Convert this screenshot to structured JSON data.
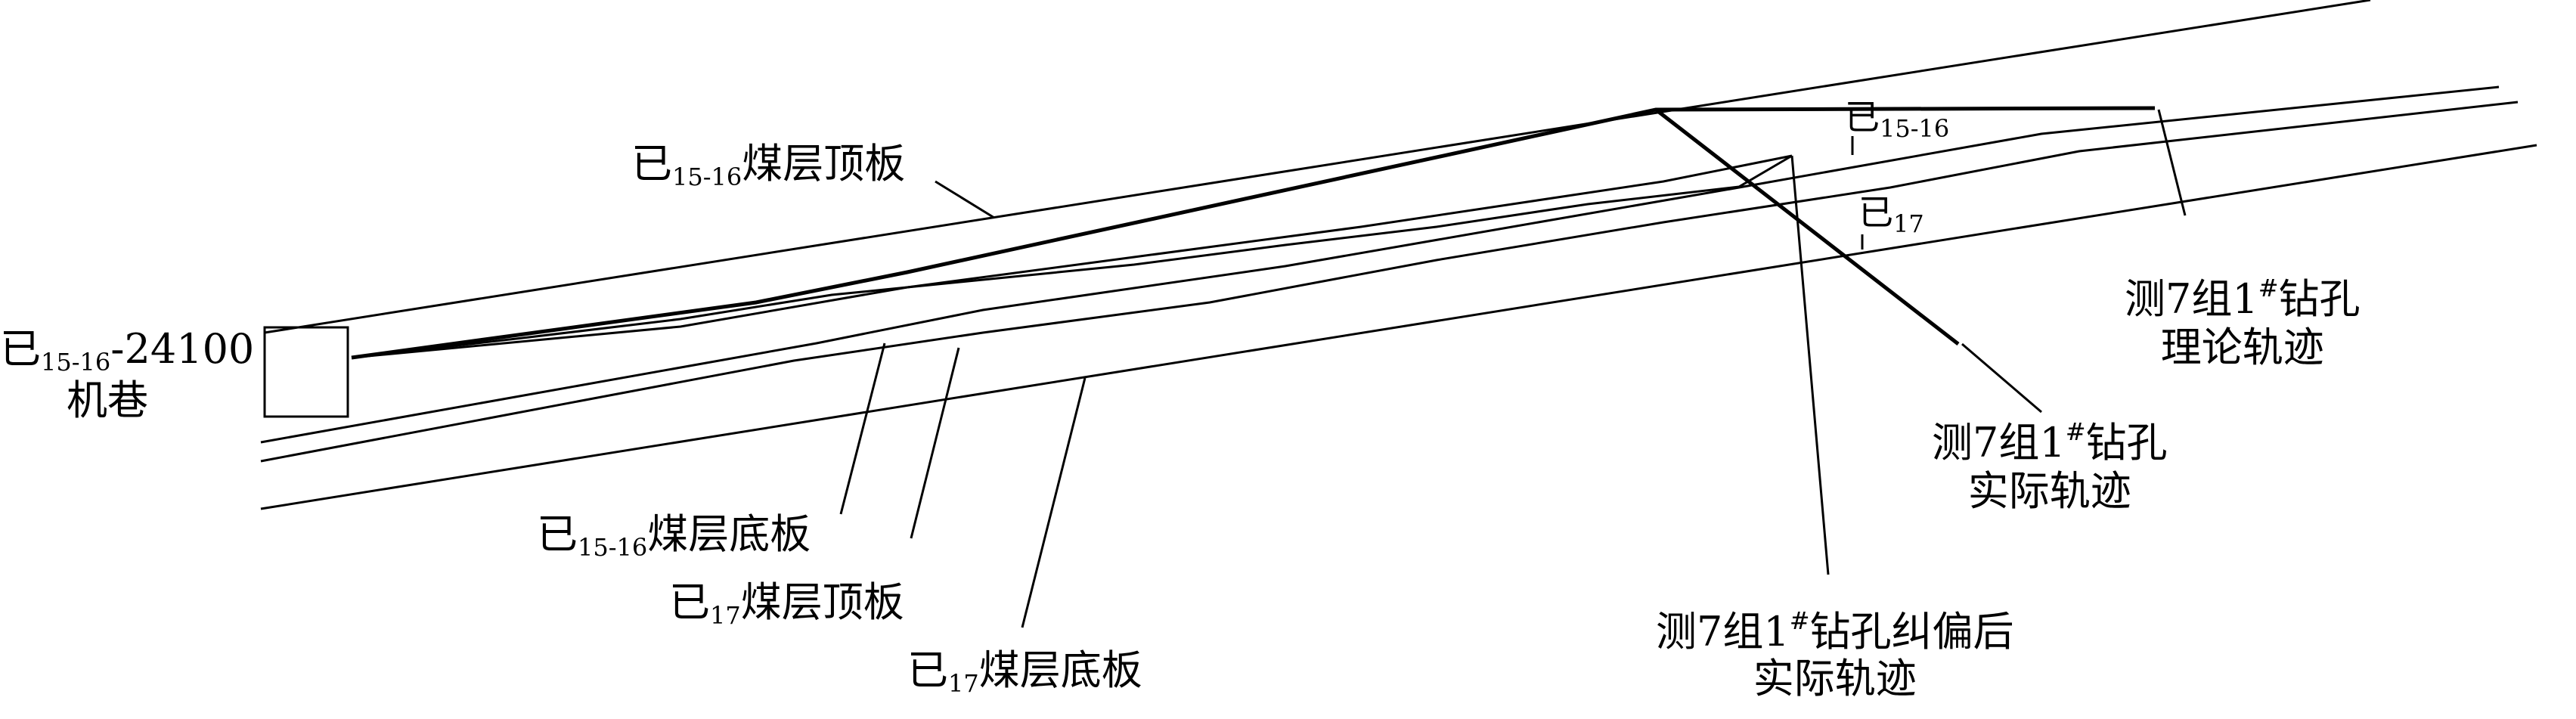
{
  "labels": {
    "seam1516_roof": {
      "main": "已",
      "sub": "15-16",
      "rest": "煤层顶板"
    },
    "seam1516_floor": {
      "main": "已",
      "sub": "15-16",
      "rest": "煤层底板"
    },
    "seam17_roof": {
      "main": "已",
      "sub": "17",
      "rest": "煤层顶板"
    },
    "seam17_floor": {
      "main": "已",
      "sub": "17",
      "rest": "煤层底板"
    },
    "roadway": {
      "main": "已",
      "sub": "15-16",
      "rest": "-24100",
      "line2": "机巷"
    },
    "seam1516_tag": {
      "main": "已",
      "sub": "15-16"
    },
    "seam17_tag": {
      "main": "已",
      "sub": "17"
    },
    "theoretical": {
      "pre": "测7组1",
      "sup": "#",
      "post": "钻孔",
      "line2": "理论轨迹"
    },
    "actual": {
      "pre": "测7组1",
      "sup": "#",
      "post": "钻孔",
      "line2": "实际轨迹"
    },
    "corrected": {
      "pre": "测7组1",
      "sup": "#",
      "post": "钻孔纠偏后",
      "line2": "实际轨迹"
    }
  }
}
